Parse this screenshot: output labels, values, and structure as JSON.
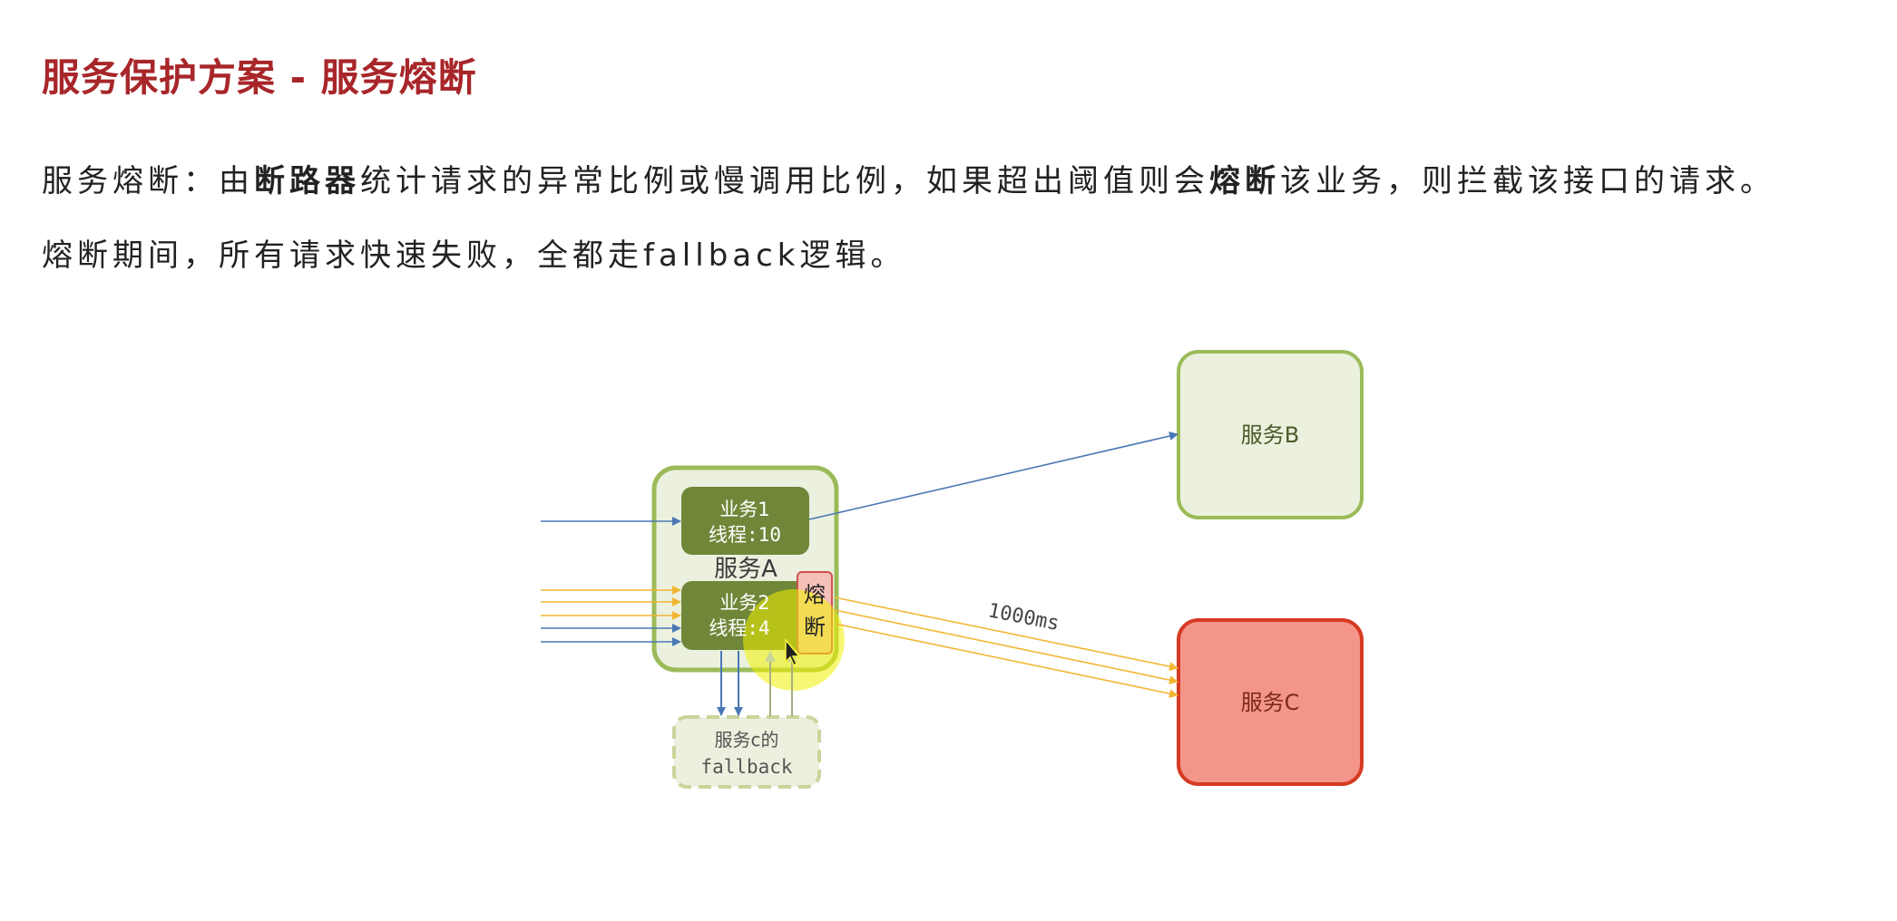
{
  "title": "服务保护方案 - 服务熔断",
  "description": {
    "line1_parts": [
      "服务熔断：由",
      "断路器",
      "统计请求的异常比例或慢调用比例，如果超出阈值则会",
      "熔断",
      "该业务，则拦截该接口的请求。"
    ],
    "line2": "熔断期间，所有请求快速失败，全都走fallback逻辑。"
  },
  "diagram": {
    "service_a": "服务A",
    "biz1": {
      "name": "业务1",
      "threads": "线程:10"
    },
    "biz2": {
      "name": "业务2",
      "threads": "线程:4"
    },
    "fuse_label": [
      "熔",
      "断"
    ],
    "service_b": "服务B",
    "service_c": "服务C",
    "fallback": [
      "服务c的",
      "fallback"
    ],
    "latency_label": "1000ms"
  },
  "colors": {
    "title": "#a8262a",
    "blue_arrow": "#4a78b5",
    "orange_arrow": "#f2b632",
    "service_c": "#f4958a",
    "green_box": "#70873a"
  }
}
